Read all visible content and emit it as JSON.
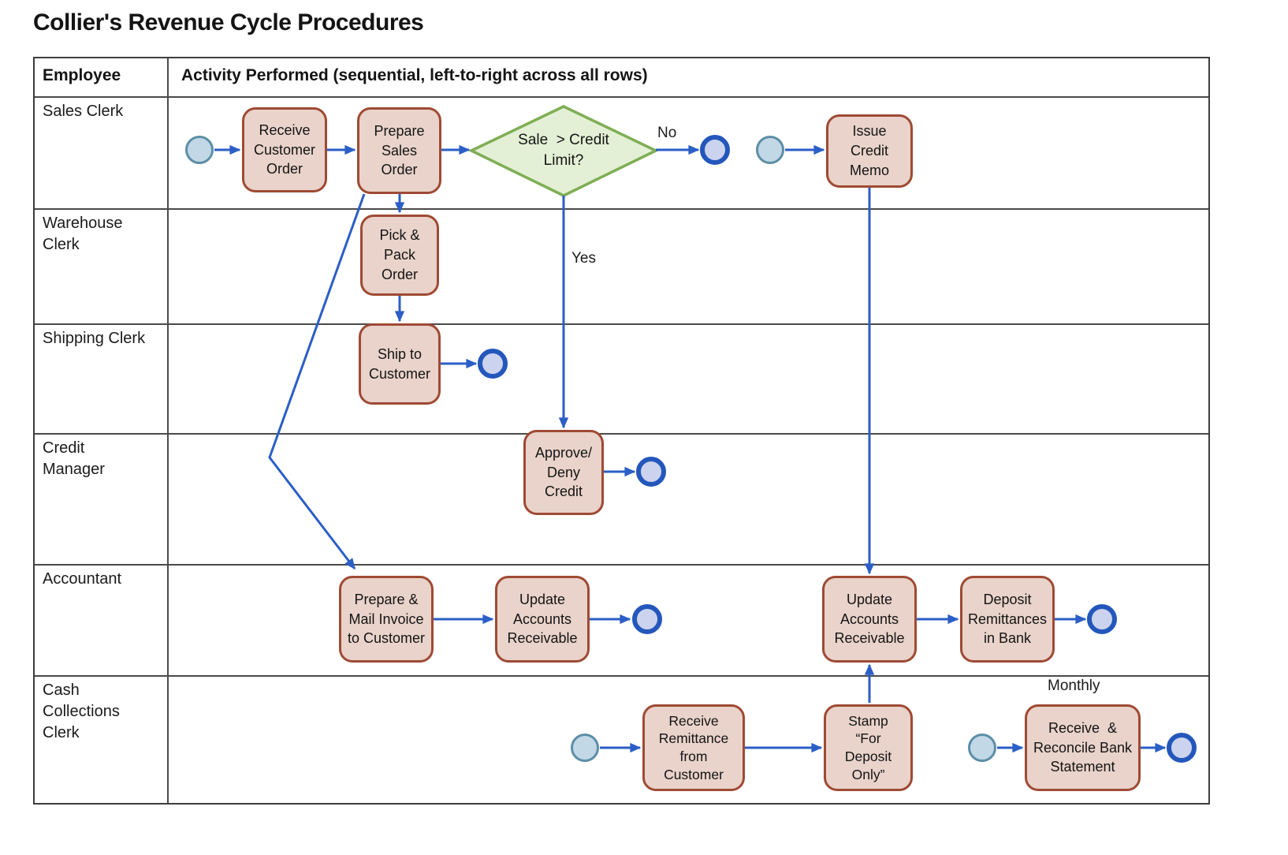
{
  "title": "Collier's Revenue Cycle Procedures",
  "table": {
    "header": {
      "employee": "Employee",
      "activity": "Activity Performed (sequential, left-to-right across all rows)"
    },
    "lanes": [
      {
        "label": "Sales Clerk"
      },
      {
        "label": "Warehouse\nClerk"
      },
      {
        "label": "Shipping Clerk"
      },
      {
        "label": "Credit\nManager"
      },
      {
        "label": "Accountant"
      },
      {
        "label": "Cash\nCollections\nClerk"
      }
    ]
  },
  "nodes": {
    "receive_customer_order": {
      "label": "Receive\nCustomer\nOrder"
    },
    "prepare_sales_order": {
      "label": "Prepare\nSales\nOrder"
    },
    "issue_credit_memo": {
      "label": "Issue\nCredit\nMemo"
    },
    "pick_pack_order": {
      "label": "Pick &\nPack\nOrder"
    },
    "ship_to_customer": {
      "label": "Ship to\nCustomer"
    },
    "approve_deny_credit": {
      "label": "Approve/\nDeny\nCredit"
    },
    "prepare_mail_invoice": {
      "label": "Prepare &\nMail Invoice\nto Customer"
    },
    "update_ar_1": {
      "label": "Update\nAccounts\nReceivable"
    },
    "update_ar_2": {
      "label": "Update\nAccounts\nReceivable"
    },
    "deposit_remittances": {
      "label": "Deposit\nRemittances\nin Bank"
    },
    "receive_remittance": {
      "label": "Receive\nRemittance\nfrom\nCustomer"
    },
    "stamp_for_deposit": {
      "label": "Stamp\n“For\nDeposit\nOnly”"
    },
    "receive_reconcile_bank": {
      "label": "Receive  &\nReconcile Bank\nStatement"
    }
  },
  "decision": {
    "label": "Sale  > Credit\nLimit?"
  },
  "edge_labels": {
    "no": "No",
    "yes": "Yes",
    "monthly": "Monthly"
  },
  "colors": {
    "task_fill": "#e9d3ca",
    "task_border": "#9f4a34",
    "decision_fill": "#e4f0d5",
    "decision_border": "#7fae55",
    "start_event_fill": "#c2d8e7",
    "start_event_border": "#5c8ea6",
    "end_event_fill": "#ccd3ee",
    "end_event_border": "#2457bb",
    "arrow": "#2b5ec6",
    "grid_line": "#4a4a4a"
  }
}
